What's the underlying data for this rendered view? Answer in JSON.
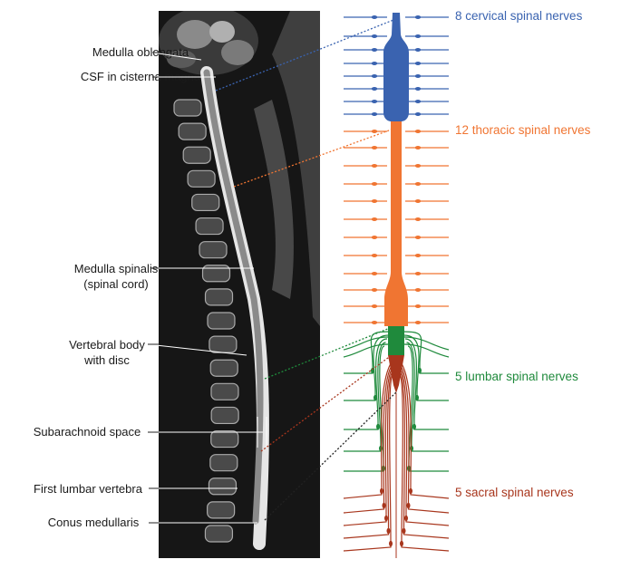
{
  "mri_labels": [
    {
      "id": "medulla-oblongata",
      "lines": [
        "Medulla oblongata"
      ]
    },
    {
      "id": "csf-cisterna-magna",
      "lines": [
        "CSF in cisterna magna"
      ]
    },
    {
      "id": "medulla-spinalis",
      "lines": [
        "Medulla spinalis",
        "(spinal cord)"
      ]
    },
    {
      "id": "vertebral-body",
      "lines": [
        "Vertebral body",
        "with disc"
      ]
    },
    {
      "id": "subarachnoid-space",
      "lines": [
        "Subarachnoid space"
      ]
    },
    {
      "id": "first-lumbar-vertebra",
      "lines": [
        "First lumbar vertebra"
      ]
    },
    {
      "id": "conus-medullaris",
      "lines": [
        "Conus medullaris"
      ]
    }
  ],
  "nerve_groups": [
    {
      "id": "cervical",
      "label": "8 cervical spinal nerves",
      "color": "#3a63b0",
      "count": 8
    },
    {
      "id": "thoracic",
      "label": "12 thoracic spinal nerves",
      "color": "#f07532",
      "count": 12
    },
    {
      "id": "lumbar",
      "label": "5 lumbar spinal nerves",
      "color": "#1f8a3c",
      "count": 5
    },
    {
      "id": "sacral",
      "label": "5 sacral spinal nerves",
      "color": "#a8361d",
      "count": 5
    }
  ],
  "colors": {
    "mri_background": "#161616",
    "leader_line": "#ffffff"
  }
}
